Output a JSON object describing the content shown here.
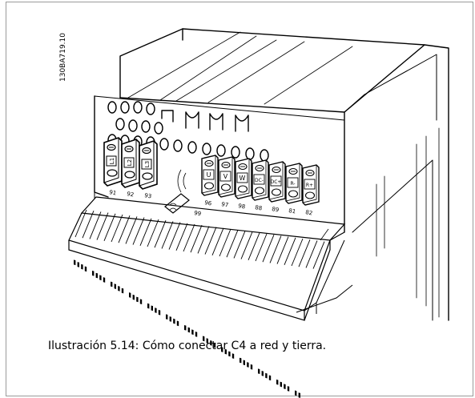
{
  "figure": {
    "doc_id": "130BA719.10",
    "caption": "Ilustración 5.14: Cómo conectar C4 a red y tierra."
  },
  "terminals": {
    "mains": [
      {
        "label": "L1",
        "number": "91"
      },
      {
        "label": "L2",
        "number": "92"
      },
      {
        "label": "L3",
        "number": "93"
      }
    ],
    "ground": {
      "number": "99"
    },
    "outputs": [
      {
        "label": "U",
        "number": "96"
      },
      {
        "label": "V",
        "number": "97"
      },
      {
        "label": "W",
        "number": "98"
      },
      {
        "label": "DC-",
        "number": "88"
      },
      {
        "label": "DC+",
        "number": "89"
      },
      {
        "label": "R-",
        "number": "81"
      },
      {
        "label": "R+",
        "number": "82"
      }
    ]
  }
}
